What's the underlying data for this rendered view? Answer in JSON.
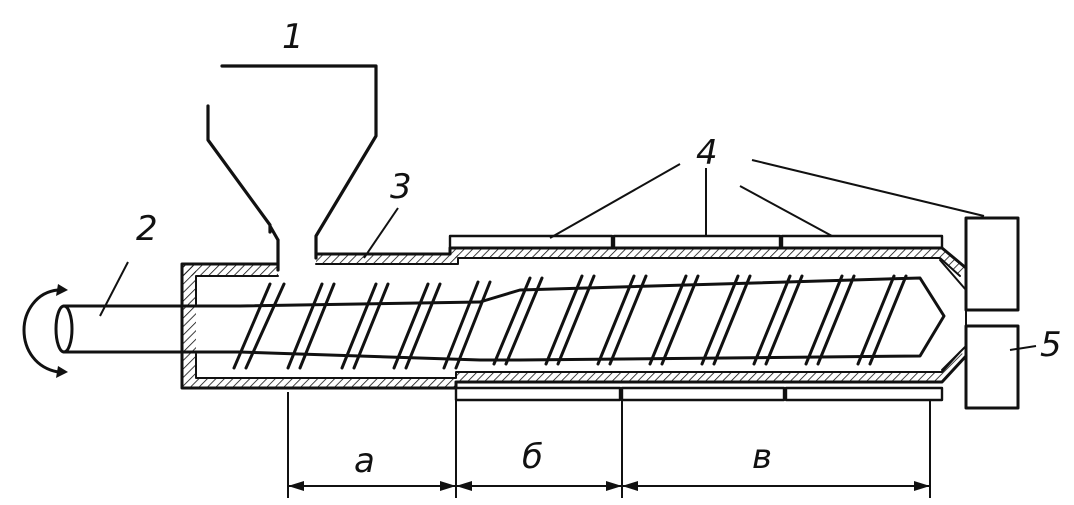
{
  "labels": {
    "hopper": "1",
    "shaft": "2",
    "barrel": "3",
    "heaters": "4",
    "die": "5",
    "zone_a": "a",
    "zone_b": "б",
    "zone_c": "в"
  },
  "colors": {
    "ink": "#111111",
    "background": "#ffffff"
  }
}
